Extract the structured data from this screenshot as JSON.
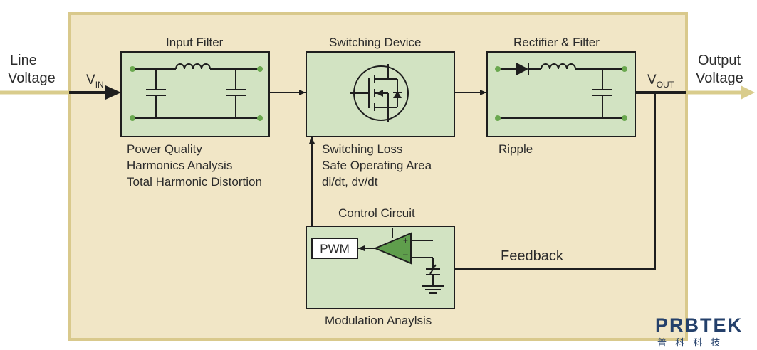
{
  "line_voltage": [
    "Line",
    "Voltage"
  ],
  "output_voltage": [
    "Output",
    "Voltage"
  ],
  "vin": {
    "main": "V",
    "sub": "IN"
  },
  "vout": {
    "main": "V",
    "sub": "OUT"
  },
  "blocks": {
    "input_filter": {
      "title": "Input Filter",
      "notes": [
        "Power Quality",
        "Harmonics Analysis",
        "Total Harmonic Distortion"
      ]
    },
    "switching_device": {
      "title": "Switching Device",
      "notes": [
        "Switching Loss",
        "Safe Operating Area",
        "di/dt, dv/dt"
      ]
    },
    "rectifier_filter": {
      "title": "Rectifier & Filter",
      "notes": [
        "Ripple"
      ]
    },
    "control_circuit": {
      "title": "Control Circuit",
      "pwm": "PWM",
      "caption": "Modulation Anaylsis",
      "plus": "+",
      "minus": "–"
    }
  },
  "feedback": "Feedback",
  "logo": {
    "text": "PRBTEK",
    "sub": "普 科 科 技"
  },
  "colors": {
    "panel": "#f1e6c6",
    "panel_border": "#d9c98c",
    "block": "#d2e3c2",
    "line": "#1e1e1e",
    "arrow_outer": "#d9cc8c",
    "dot": "#6aa84f",
    "opamp": "#5f9e4c",
    "logo": "#24406b"
  }
}
